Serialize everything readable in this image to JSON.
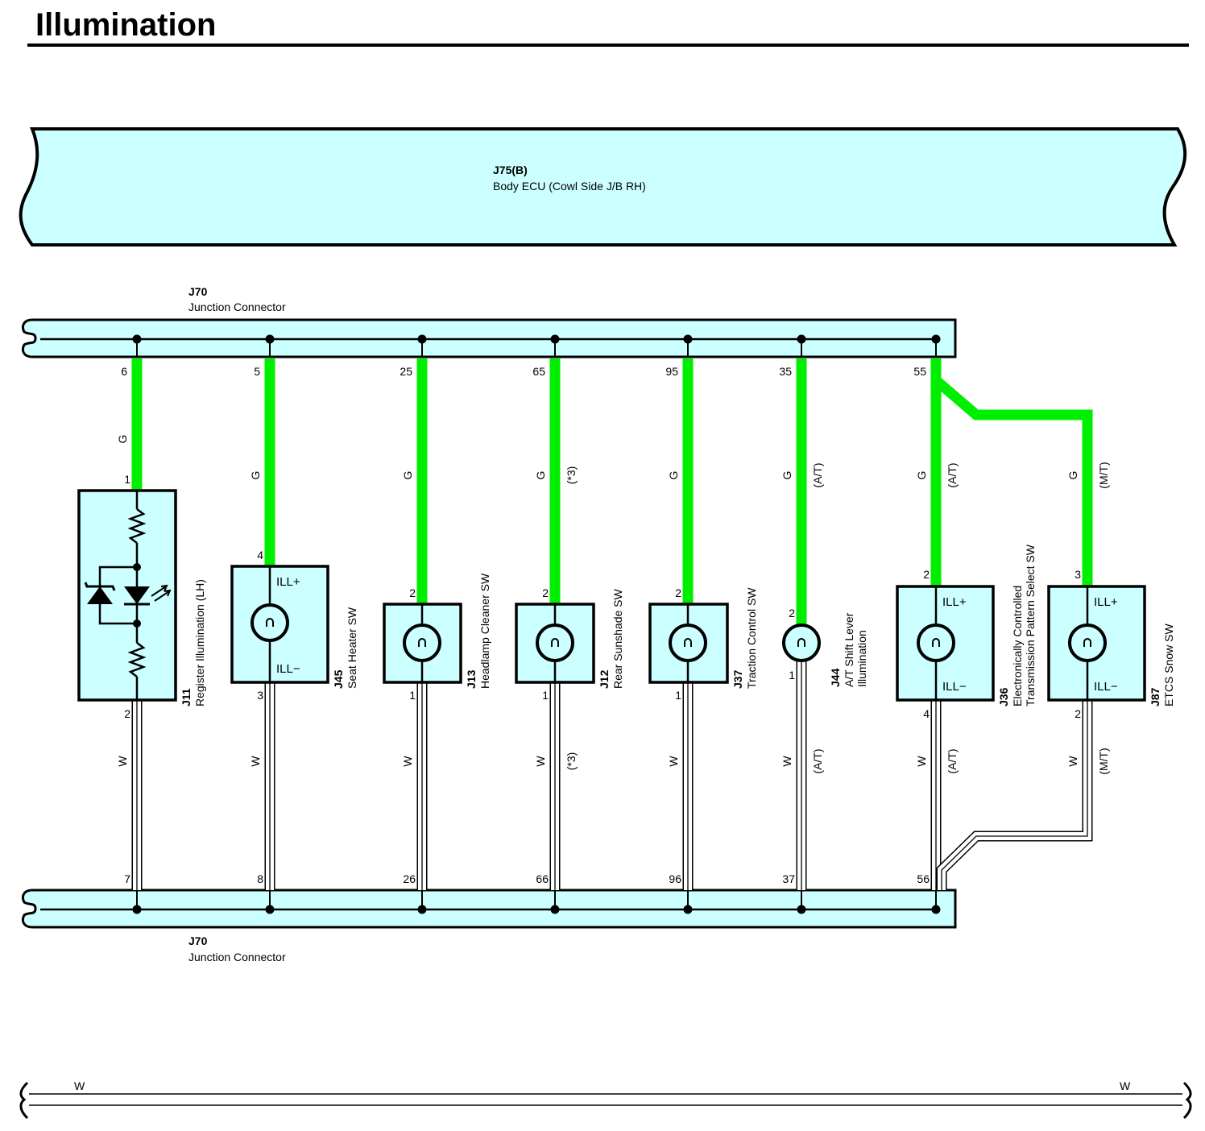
{
  "title": "Illumination",
  "colors": {
    "accent": "#ccffff",
    "wire_green": "#00ee00",
    "ink": "#000000"
  },
  "ecu": {
    "code": "J75(B)",
    "name": "Body ECU (Cowl Side J/B RH)"
  },
  "junction_top": {
    "code": "J70",
    "name": "Junction Connector",
    "pins": [
      "6",
      "5",
      "25",
      "65",
      "95",
      "35",
      "55"
    ]
  },
  "junction_bottom": {
    "code": "J70",
    "name": "Junction Connector",
    "pins": [
      "7",
      "8",
      "26",
      "66",
      "96",
      "37",
      "56"
    ]
  },
  "components": [
    {
      "code": "J11",
      "name": "Register Illumination (LH)",
      "name2": "",
      "pin_in": "1",
      "pin_out": "2",
      "wire_top": "G",
      "note_top": "",
      "wire_bottom": "W",
      "note_bottom": "",
      "symbol": "led-resistor",
      "inner_top": "",
      "inner_bottom": ""
    },
    {
      "code": "J45",
      "name": "Seat Heater SW",
      "name2": "",
      "pin_in": "4",
      "pin_out": "3",
      "wire_top": "G",
      "note_top": "",
      "wire_bottom": "W",
      "note_bottom": "",
      "symbol": "lamp-box",
      "inner_top": "ILL+",
      "inner_bottom": "ILL−"
    },
    {
      "code": "J13",
      "name": "Headlamp Cleaner SW",
      "name2": "",
      "pin_in": "2",
      "pin_out": "1",
      "wire_top": "G",
      "note_top": "",
      "wire_bottom": "W",
      "note_bottom": "",
      "symbol": "lamp-box",
      "inner_top": "",
      "inner_bottom": ""
    },
    {
      "code": "J12",
      "name": "Rear Sunshade SW",
      "name2": "",
      "pin_in": "2",
      "pin_out": "1",
      "wire_top": "G",
      "note_top": "(*3)",
      "wire_bottom": "W",
      "note_bottom": "(*3)",
      "symbol": "lamp-box",
      "inner_top": "",
      "inner_bottom": ""
    },
    {
      "code": "J37",
      "name": "Traction Control SW",
      "name2": "",
      "pin_in": "2",
      "pin_out": "1",
      "wire_top": "G",
      "note_top": "",
      "wire_bottom": "W",
      "note_bottom": "",
      "symbol": "lamp-box",
      "inner_top": "",
      "inner_bottom": ""
    },
    {
      "code": "J44",
      "name": "A/T Shift Lever",
      "name2": "Illumination",
      "pin_in": "2",
      "pin_out": "1",
      "wire_top": "G",
      "note_top": "(A/T)",
      "wire_bottom": "W",
      "note_bottom": "(A/T)",
      "symbol": "lamp",
      "inner_top": "",
      "inner_bottom": ""
    },
    {
      "code": "J36",
      "name": "Electronically Controlled",
      "name2": "Transmission Pattern Select SW",
      "pin_in": "2",
      "pin_out": "4",
      "wire_top": "G",
      "note_top": "(A/T)",
      "wire_bottom": "W",
      "note_bottom": "(A/T)",
      "symbol": "lamp-box",
      "inner_top": "ILL+",
      "inner_bottom": "ILL−"
    },
    {
      "code": "J87",
      "name": "ETCS Snow SW",
      "name2": "",
      "pin_in": "3",
      "pin_out": "2",
      "wire_top": "G",
      "note_top": "(M/T)",
      "wire_bottom": "W",
      "note_bottom": "(M/T)",
      "symbol": "lamp-box",
      "inner_top": "ILL+",
      "inner_bottom": "ILL−"
    }
  ],
  "ground_wire": {
    "left": "W",
    "right": "W"
  }
}
